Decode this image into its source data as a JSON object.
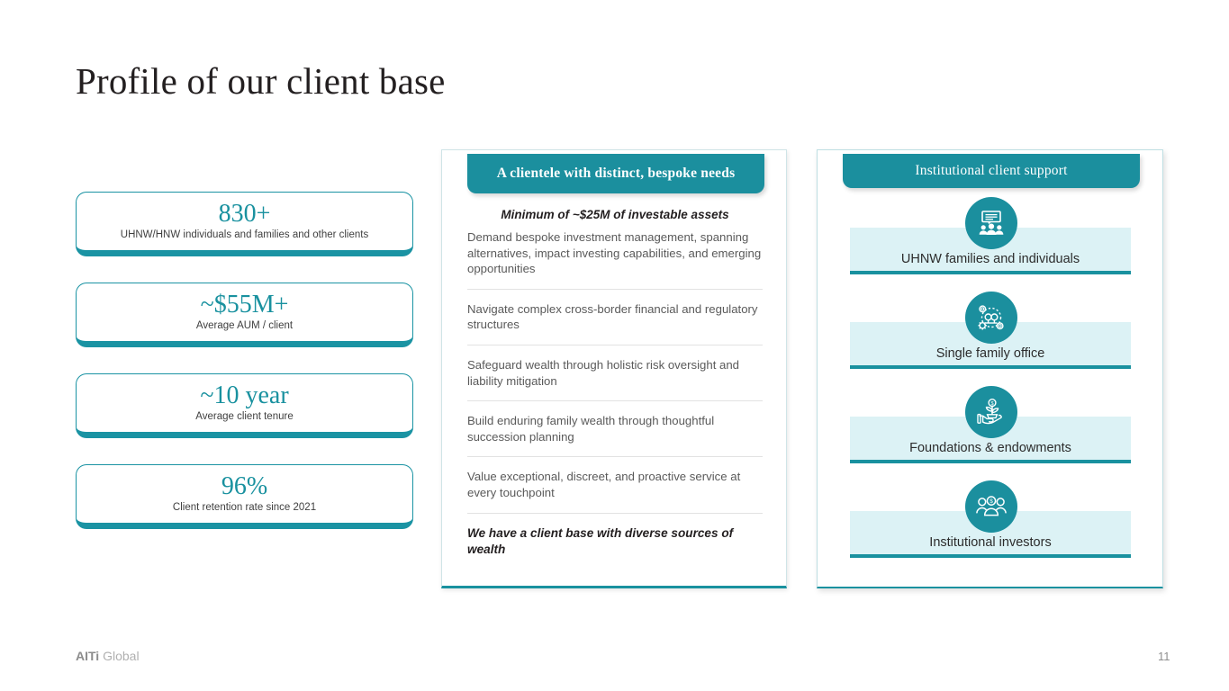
{
  "slide": {
    "title": "Profile of our client base",
    "page_number": "11",
    "footer_brand_bold": "AITi",
    "footer_brand_light": " Global",
    "accent_color": "#1b8f9e",
    "accent_light": "#dcf2f5"
  },
  "stats": [
    {
      "value": "830+",
      "label": "UHNW/HNW individuals and families and other clients"
    },
    {
      "value": "~$55M+",
      "label": "Average AUM / client"
    },
    {
      "value": "~10 year",
      "label": "Average client tenure"
    },
    {
      "value": "96%",
      "label": "Client retention rate since 2021"
    }
  ],
  "clientele": {
    "banner": "A clientele with distinct, bespoke needs",
    "minimum": "Minimum of ~$25M of investable assets",
    "items": [
      "Demand bespoke investment management, spanning alternatives, impact investing capabilities, and emerging opportunities",
      "Navigate complex cross-border financial and regulatory structures",
      "Safeguard wealth through holistic risk oversight and liability mitigation",
      "Build enduring family wealth through thoughtful succession planning",
      "Value exceptional, discreet, and proactive service at every touchpoint"
    ],
    "footer": "We have a client base with diverse sources of wealth"
  },
  "institutional": {
    "banner": "Institutional client support",
    "items": [
      {
        "label": "UHNW families and individuals",
        "icon": "presentation-people-icon"
      },
      {
        "label": "Single family office",
        "icon": "family-network-icon"
      },
      {
        "label": "Foundations & endowments",
        "icon": "hand-plant-money-icon"
      },
      {
        "label": "Institutional investors",
        "icon": "people-money-icon"
      }
    ]
  }
}
